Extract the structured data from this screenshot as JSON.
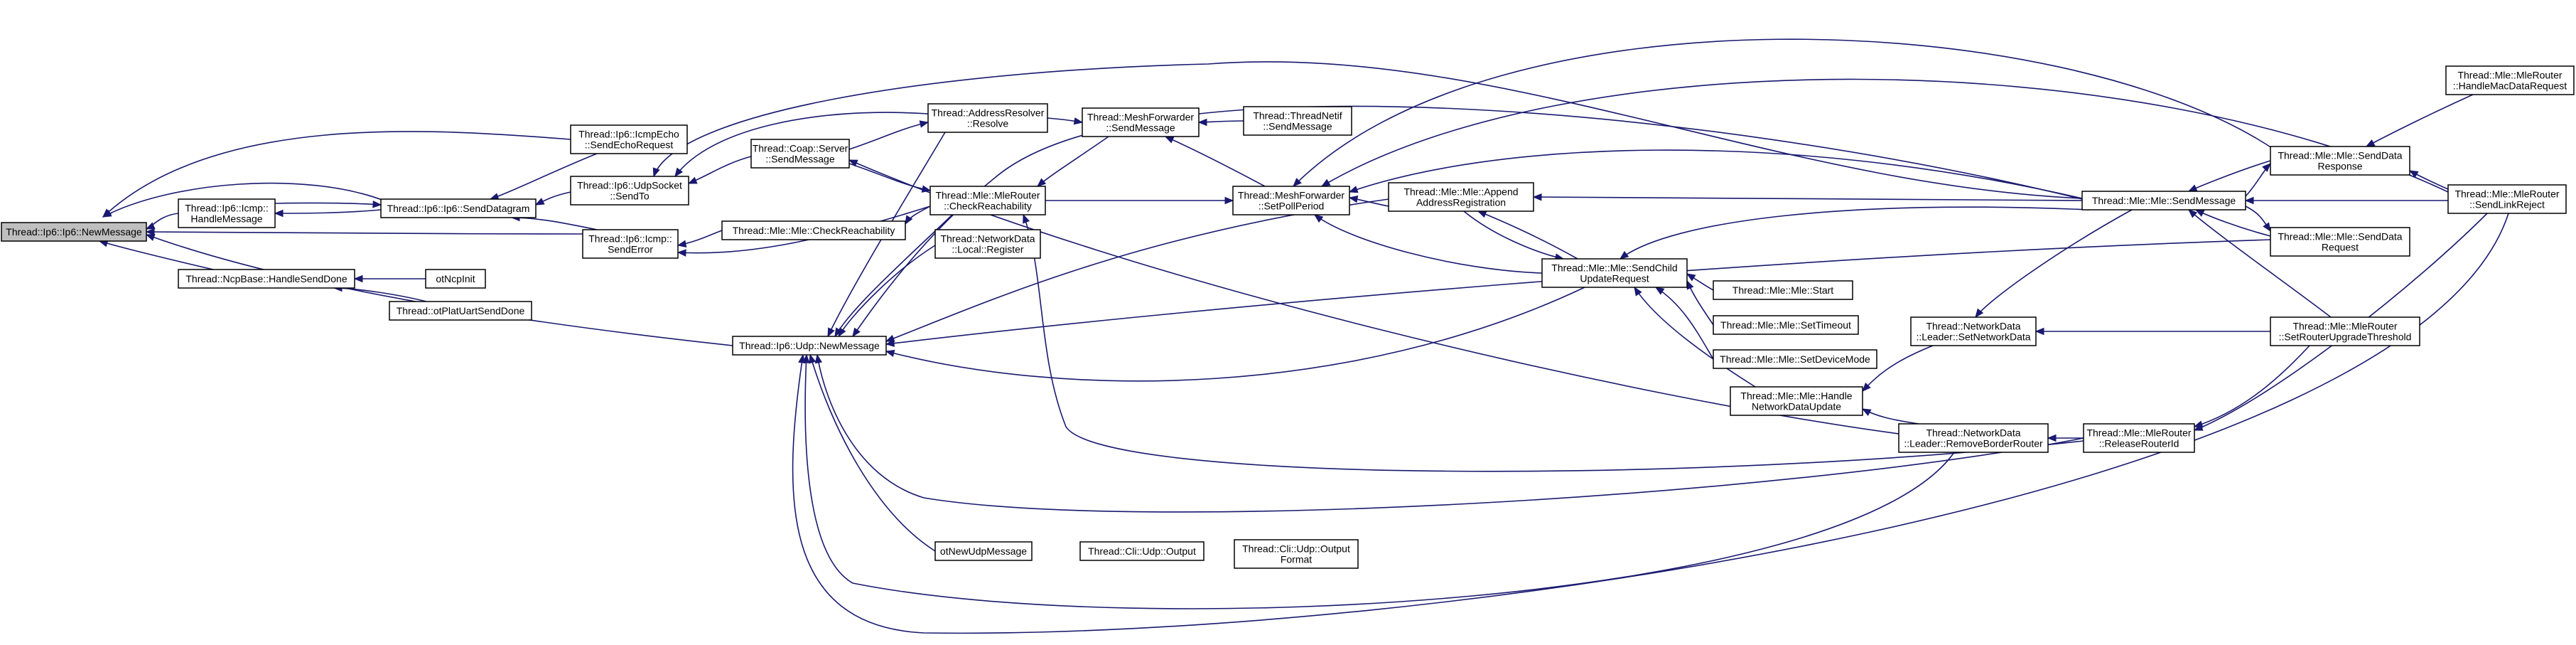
{
  "graph": {
    "edge_color": "#191970",
    "root_fill": "#bfbfbf",
    "node_fill": "#ffffff",
    "nodes": {
      "n_newmessage": [
        "Thread::Ip6::Ip6::NewMessage"
      ],
      "n_icmp_handle": [
        "Thread::Ip6::Icmp::",
        "HandleMessage"
      ],
      "n_ncp_handlesenddone": [
        "Thread::NcpBase::HandleSendDone"
      ],
      "n_otncpinit": [
        "otNcpInit"
      ],
      "n_otplatuartsenddone": [
        "Thread::otPlatUartSendDone"
      ],
      "n_senddatagram": [
        "Thread::Ip6::Ip6::SendDatagram"
      ],
      "n_icmpecho": [
        "Thread::Ip6::IcmpEcho",
        "::SendEchoRequest"
      ],
      "n_udpsocket_sendto": [
        "Thread::Ip6::UdpSocket",
        "::SendTo"
      ],
      "n_icmp_senderror": [
        "Thread::Ip6::Icmp::",
        "SendError"
      ],
      "n_udp_newmessage": [
        "Thread::Ip6::Udp::NewMessage"
      ],
      "n_coap_sendmessage": [
        "Thread::Coap::Server",
        "::SendMessage"
      ],
      "n_addrresolver": [
        "Thread::AddressResolver",
        "::Resolve"
      ],
      "n_mle_checkreach": [
        "Thread::Mle::Mle::CheckReachability"
      ],
      "n_mleroute_checkreach": [
        "Thread::Mle::MleRouter",
        "::CheckReachability"
      ],
      "n_netdata_local_register": [
        "Thread::NetworkData",
        "::Local::Register"
      ],
      "n_otnewudpmessage": [
        "otNewUdpMessage"
      ],
      "n_cli_udp_output": [
        "Thread::Cli::Udp::Output"
      ],
      "n_cli_udp_outputformat": [
        "Thread::Cli::Udp::Output",
        "Format"
      ],
      "n_meshfwd_sendmessage": [
        "Thread::MeshForwarder",
        "::SendMessage"
      ],
      "n_threadnetif_sendmessage": [
        "Thread::ThreadNetif",
        "::SendMessage"
      ],
      "n_meshfwd_setpollperiod": [
        "Thread::MeshForwarder",
        "::SetPollPeriod"
      ],
      "n_mle_appendaddr": [
        "Thread::Mle::Mle::Append",
        "AddressRegistration"
      ],
      "n_mle_sendchildupdate": [
        "Thread::Mle::Mle::SendChild",
        "UpdateRequest"
      ],
      "n_mle_start": [
        "Thread::Mle::Mle::Start"
      ],
      "n_mle_settimeout": [
        "Thread::Mle::Mle::SetTimeout"
      ],
      "n_mle_setdevicemode": [
        "Thread::Mle::Mle::SetDeviceMode"
      ],
      "n_mle_handlenetdata": [
        "Thread::Mle::Mle::Handle",
        "NetworkDataUpdate"
      ],
      "n_netdata_leader_setnetdata": [
        "Thread::NetworkData",
        "::Leader::SetNetworkData"
      ],
      "n_netdata_leader_removebr": [
        "Thread::NetworkData",
        "::Leader::RemoveBorderRouter"
      ],
      "n_mle_sendmessage": [
        "Thread::Mle::Mle::SendMessage"
      ],
      "n_mle_senddataresponse": [
        "Thread::Mle::Mle::SendData",
        "Response"
      ],
      "n_mle_senddatarequest": [
        "Thread::Mle::Mle::SendData",
        "Request"
      ],
      "n_mleroute_handlemacdata": [
        "Thread::Mle::MleRouter",
        "::HandleMacDataRequest"
      ],
      "n_mleroute_sendlinkreject": [
        "Thread::Mle::MleRouter",
        "::SendLinkReject"
      ],
      "n_mleroute_releaserouterid": [
        "Thread::Mle::MleRouter",
        "::ReleaseRouterId"
      ],
      "n_mleroute_setrouterupgrade": [
        "Thread::Mle::MleRouter",
        "::SetRouterUpgradeThreshold"
      ]
    }
  }
}
